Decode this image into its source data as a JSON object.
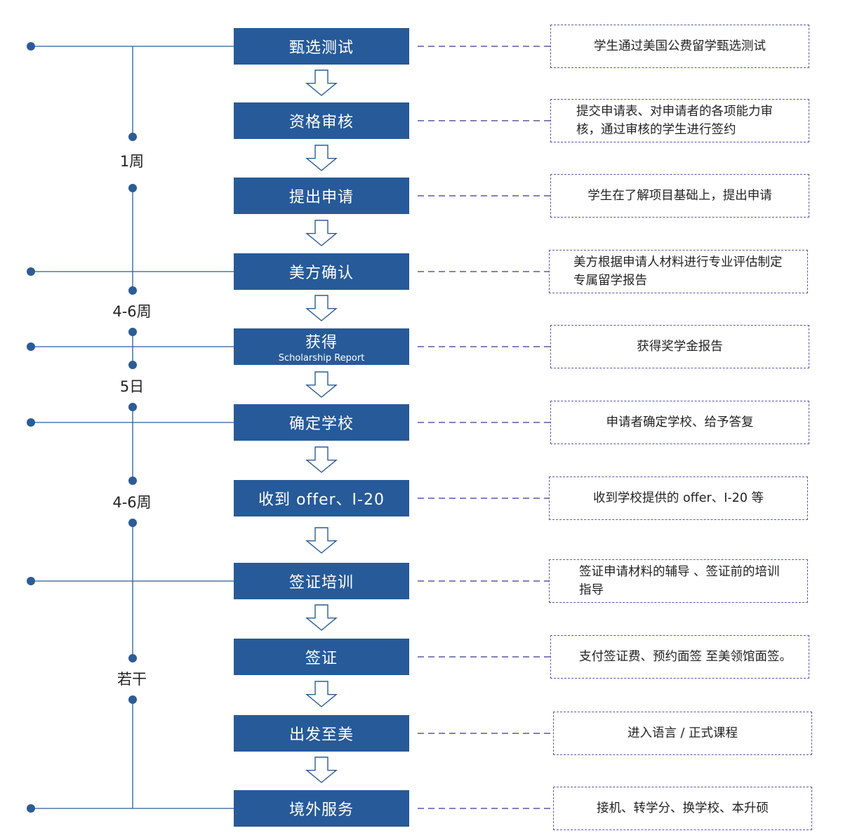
{
  "colors": {
    "step_fill": "#275a98",
    "line": "#2c5c97",
    "dash": "#5b57a6",
    "arrow": "#2c5c97"
  },
  "steps": [
    {
      "title": "甄选测试",
      "desc": "学生通过美国公费留学甄选测试"
    },
    {
      "title": "资格审核",
      "desc": "提交申请表、对申请者的各项能力审 核，通过审核的学生进行签约"
    },
    {
      "title": "提出申请",
      "desc": "学生在了解项目基础上，提出申请"
    },
    {
      "title": "美方确认",
      "desc": "美方根据申请人材料进行专业评估制定专属留学报告"
    },
    {
      "title": "获得",
      "subtitle": "Scholarship Report",
      "desc": "获得奖学金报告"
    },
    {
      "title": "确定学校",
      "desc": "申请者确定学校、给予答复"
    },
    {
      "title": "收到 offer、I-20",
      "desc": "收到学校提供的 offer、I-20 等"
    },
    {
      "title": "签证培训",
      "desc": "签证申请材料的辅导 、签证前的培训指导"
    },
    {
      "title": "签证",
      "desc": "支付签证费、预约面签 至美领馆面签。"
    },
    {
      "title": "出发至美",
      "desc": "进入语言 / 正式课程"
    },
    {
      "title": "境外服务",
      "desc": "接机、转学分、换学校、本升硕"
    }
  ],
  "durations": [
    "1周",
    "4-6周",
    "5日",
    "4-6周",
    "若干"
  ]
}
